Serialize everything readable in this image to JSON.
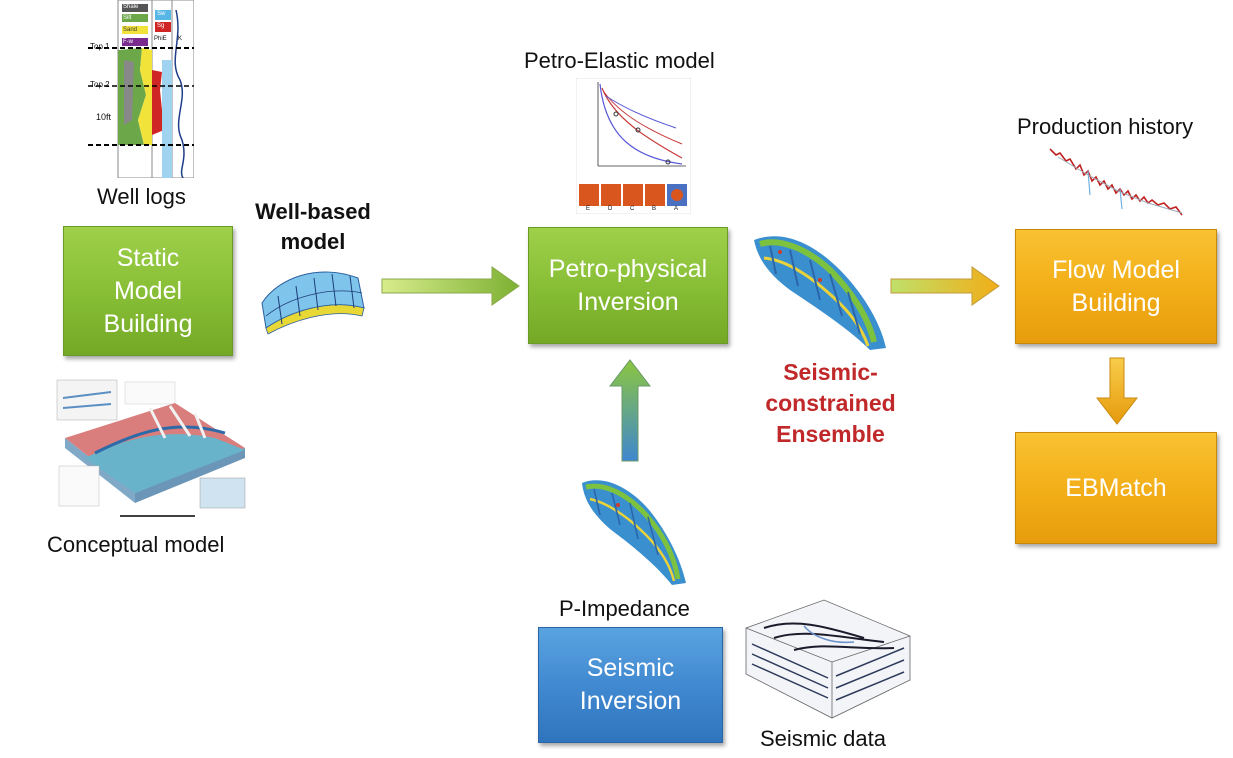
{
  "boxes": {
    "static_model": "Static\nModel\nBuilding",
    "petro_physical": "Petro-physical\nInversion",
    "flow_model": "Flow Model\nBuilding",
    "ebmatch": "EBMatch",
    "seismic_inversion": "Seismic\nInversion"
  },
  "labels": {
    "well_logs": "Well logs",
    "well_based_model": "Well-based\nmodel",
    "conceptual_model": "Conceptual model",
    "petro_elastic_model": "Petro-Elastic model",
    "production_history": "Production history",
    "seismic_constrained": "Seismic-\nconstrained\nEnsemble",
    "p_impedance": "P-Impedance",
    "seismic_data": "Seismic data"
  },
  "well_log_figure": {
    "legend": [
      "Shale",
      "Silt",
      "Sand",
      "F-w"
    ],
    "tracks": [
      "Sw",
      "Sg",
      "PhiE",
      "K"
    ],
    "tops": [
      "Top 1",
      "Top 2"
    ],
    "scale": "10ft"
  },
  "petro_elastic_figure": {
    "points": [
      "E",
      "D",
      "C",
      "B",
      "A"
    ]
  },
  "colors": {
    "green": "#86bd35",
    "orange": "#f2ad17",
    "blue": "#3f87cf",
    "red_text": "#c0282a"
  }
}
